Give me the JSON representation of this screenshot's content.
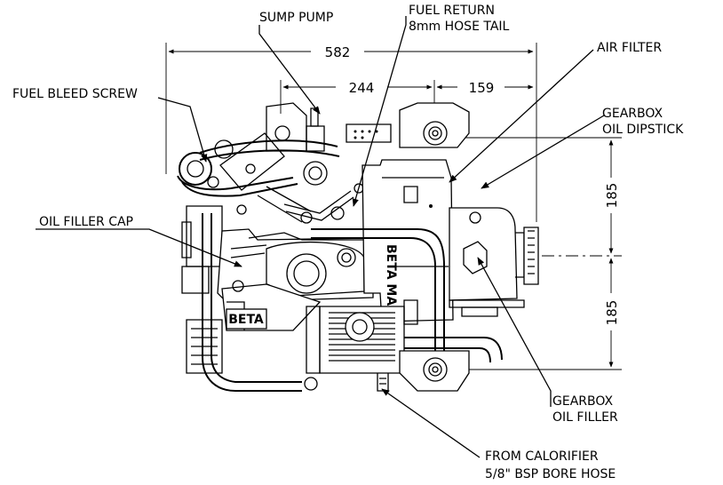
{
  "labels": {
    "sump_pump": "SUMP PUMP",
    "fuel_return_1": "FUEL RETURN",
    "fuel_return_2": "8mm HOSE TAIL",
    "air_filter": "AIR FILTER",
    "fuel_bleed_screw": "FUEL BLEED SCREW",
    "gearbox_dipstick_1": "GEARBOX",
    "gearbox_dipstick_2": "OIL DIPSTICK",
    "oil_filler_cap": "OIL FILLER CAP",
    "gearbox_filler_1": "GEARBOX",
    "gearbox_filler_2": "OIL FILLER",
    "calorifier_1": "FROM CALORIFIER",
    "calorifier_2": "5/8\" BSP BORE HOSE"
  },
  "dimensions": {
    "overall_width": "582",
    "width_a": "244",
    "width_b": "159",
    "height_upper": "185",
    "height_lower": "185"
  },
  "engine_marks": {
    "brand_plate": "BETA",
    "side_text": "BETA MARINE"
  }
}
